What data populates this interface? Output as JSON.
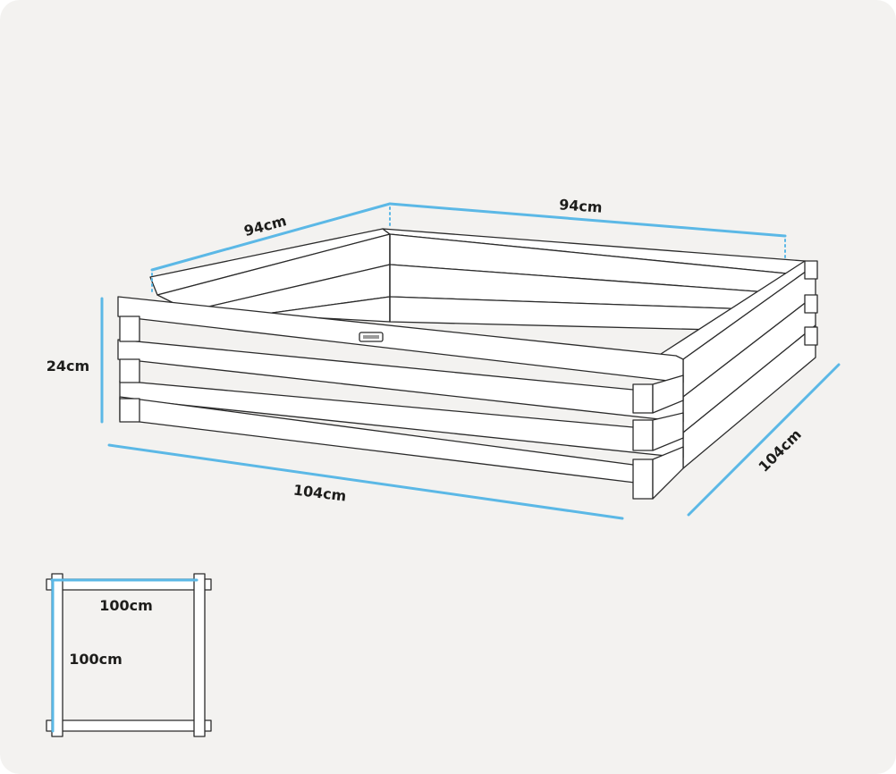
{
  "dimensions": {
    "top_left_width": "94cm",
    "top_right_depth": "94cm",
    "height": "24cm",
    "front_length": "104cm",
    "side_length": "104cm"
  },
  "plan": {
    "inner_width": "100cm",
    "inner_depth": "100cm"
  },
  "colors": {
    "background": "#f3f2f0",
    "measure_line": "#5bb8e6",
    "outline": "#2b2b2b",
    "board_fill": "#ffffff",
    "text": "#1d1d1b"
  }
}
